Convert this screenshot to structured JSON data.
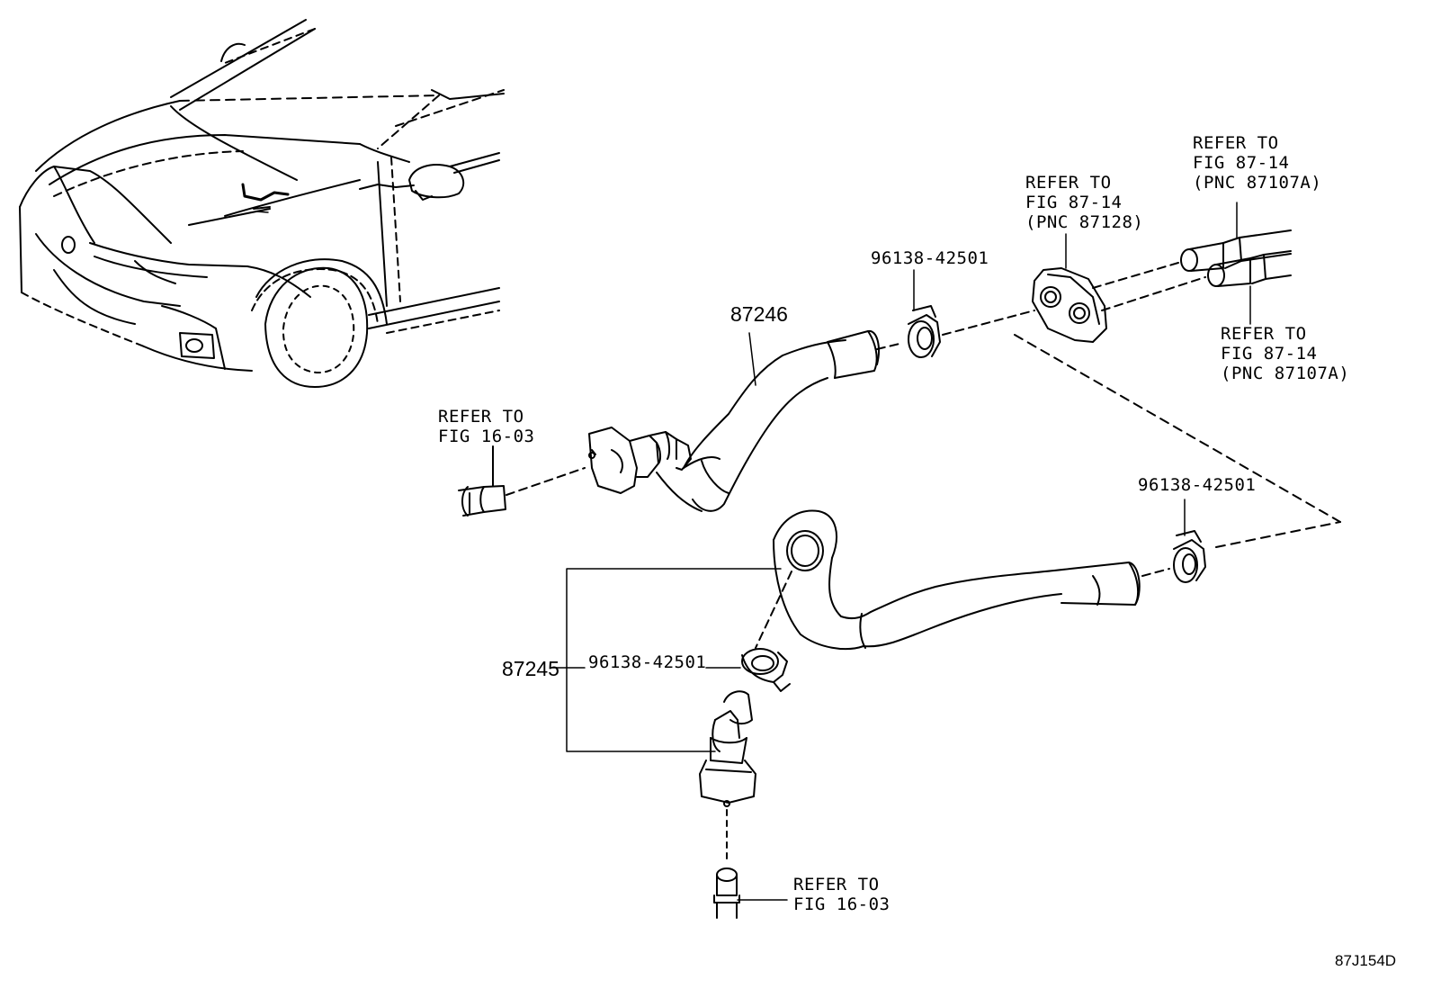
{
  "parts": {
    "hose_upper": "87246",
    "hose_lower_assy": "87245"
  },
  "clamps": {
    "clamp_upper": "96138-42501",
    "clamp_right": "96138-42501",
    "clamp_assy": "96138-42501"
  },
  "refs": {
    "ref_left_line1": "REFER TO",
    "ref_left_line2": "FIG 16-03",
    "ref_bottom_line1": "REFER TO",
    "ref_bottom_line2": "FIG 16-03",
    "ref_grommet_line1": "REFER TO",
    "ref_grommet_line2": "FIG 87-14",
    "ref_grommet_line3": "(PNC 87128)",
    "ref_pipe_top_line1": "REFER TO",
    "ref_pipe_top_line2": "FIG 87-14",
    "ref_pipe_top_line3": "(PNC 87107A)",
    "ref_pipe_bot_line1": "REFER TO",
    "ref_pipe_bot_line2": "FIG 87-14",
    "ref_pipe_bot_line3": "(PNC 87107A)"
  },
  "diagram_code": "87J154D"
}
